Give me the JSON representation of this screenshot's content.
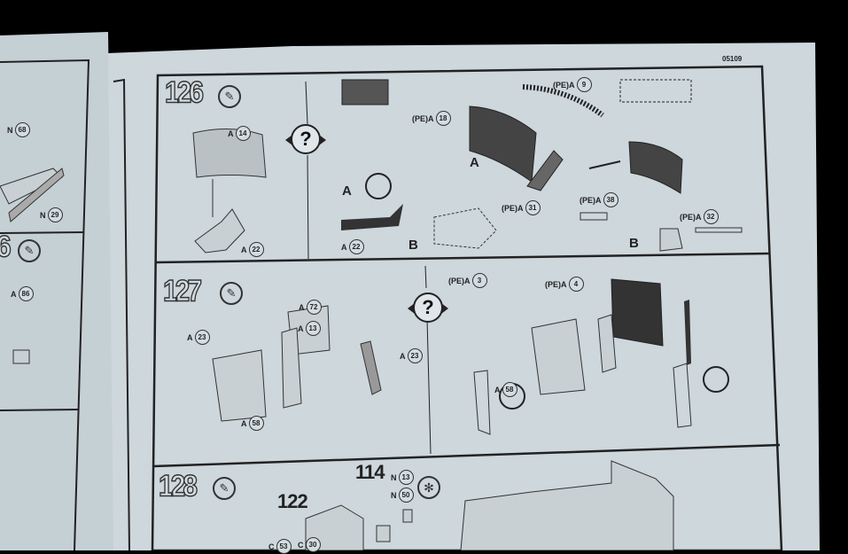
{
  "page_code": "05109",
  "steps": [
    {
      "number": "126",
      "icon": "glue-tube-icon"
    },
    {
      "number": "127",
      "icon": "glue-tube-icon"
    },
    {
      "number": "128",
      "icon": "glue-tube-icon"
    }
  ],
  "left_page": {
    "parts": [
      {
        "prefix": "N",
        "num": "68"
      },
      {
        "prefix": "N",
        "num": "29"
      },
      {
        "prefix": "A",
        "num": "86"
      }
    ],
    "step_fragment": "6"
  },
  "step126": {
    "option_icon": "?",
    "parts": [
      {
        "prefix": "A",
        "num": "14"
      },
      {
        "prefix": "A",
        "num": "22"
      },
      {
        "prefix": "(PE)A",
        "num": "18"
      },
      {
        "prefix": "(PE)A",
        "num": "9"
      },
      {
        "prefix": "(PE)A",
        "num": "31"
      },
      {
        "prefix": "(PE)A",
        "num": "38"
      },
      {
        "prefix": "(PE)A",
        "num": "32"
      },
      {
        "prefix": "A",
        "num": "22"
      }
    ],
    "letters": [
      "A",
      "A",
      "B",
      "B"
    ]
  },
  "step127": {
    "option_icon": "?",
    "parts": [
      {
        "prefix": "A",
        "num": "72"
      },
      {
        "prefix": "A",
        "num": "23"
      },
      {
        "prefix": "A",
        "num": "13"
      },
      {
        "prefix": "A",
        "num": "58"
      },
      {
        "prefix": "(PE)A",
        "num": "3"
      },
      {
        "prefix": "(PE)A",
        "num": "4"
      },
      {
        "prefix": "A",
        "num": "23"
      },
      {
        "prefix": "A",
        "num": "58"
      }
    ]
  },
  "step128": {
    "refs": [
      "114",
      "122"
    ],
    "parts": [
      {
        "prefix": "N",
        "num": "13"
      },
      {
        "prefix": "N",
        "num": "50"
      },
      {
        "prefix": "C",
        "num": "53"
      },
      {
        "prefix": "C",
        "num": "30"
      }
    ],
    "paint_icon": "✻"
  }
}
